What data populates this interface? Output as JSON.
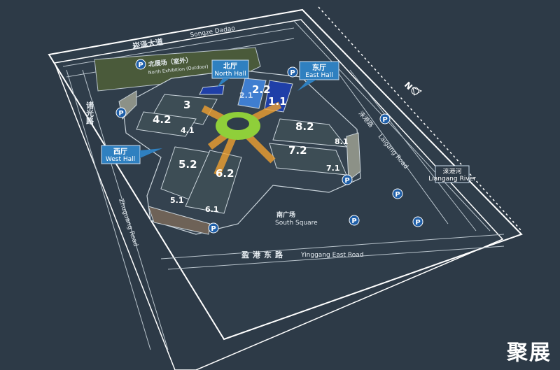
{
  "map": {
    "roads": {
      "north_cn": "崧泽大道",
      "north_en": "Songze Dadao",
      "west_cn": "诸光路",
      "west_en": "Zhuguang Road",
      "south_cn": "盈港东路",
      "south_en": "Yinggang East Road",
      "east_cn": "涞港路",
      "east_en": "Laigang Road"
    },
    "river": {
      "cn": "涞港河",
      "en": "Liangang River"
    },
    "areas": {
      "north_exhibition_cn": "北展场（室外）",
      "north_exhibition_en": "North Exhibition (Outdoor)",
      "south_square_cn": "南广场",
      "south_square_en": "South Square"
    },
    "callouts": [
      {
        "cn": "北厅",
        "en": "North Hall"
      },
      {
        "cn": "东厅",
        "en": "East Hall"
      },
      {
        "cn": "西厅",
        "en": "West Hall"
      }
    ],
    "halls": [
      "1.1",
      "2.1",
      "2.2",
      "3",
      "4.1",
      "4.2",
      "5.1",
      "5.2",
      "6.1",
      "6.2",
      "7.1",
      "7.2",
      "8.1",
      "8.2"
    ],
    "parking_label": "P",
    "compass_label": "N",
    "colors": {
      "background": "#2d3a47",
      "accent": "#2f80c0",
      "green_area": "#4a5a3a",
      "hall_blue": "#1f3fa8"
    }
  },
  "watermark": "聚展"
}
